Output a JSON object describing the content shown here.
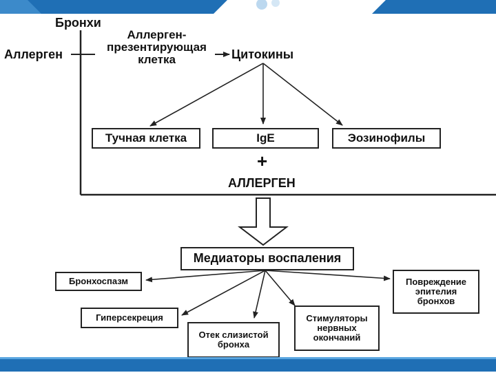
{
  "colors": {
    "frame": "#1f6fb5",
    "frame_light": "#5aa6e0",
    "ink": "#222222"
  },
  "axis_label": "Бронхи",
  "allergen_in": "Аллерген",
  "apc": "Аллерген-\nпрезентирующая\nклетка",
  "cytokines": "Цитокины",
  "mast_cell": "Тучная клетка",
  "ige": "IgE",
  "eosinophils": "Эозинофилы",
  "plus": "+",
  "allergen_caps": "АЛЛЕРГЕН",
  "mediators": "Медиаторы воспаления",
  "effects": {
    "bronchospasm": "Бронхоспазм",
    "hypersecretion": "Гиперсекреция",
    "edema": "Отек слизистой\nбронха",
    "nerve": "Стимуляторы\nнервных\nокончаний",
    "epithelium": "Повреждение\nэпителия\nбронхов"
  }
}
